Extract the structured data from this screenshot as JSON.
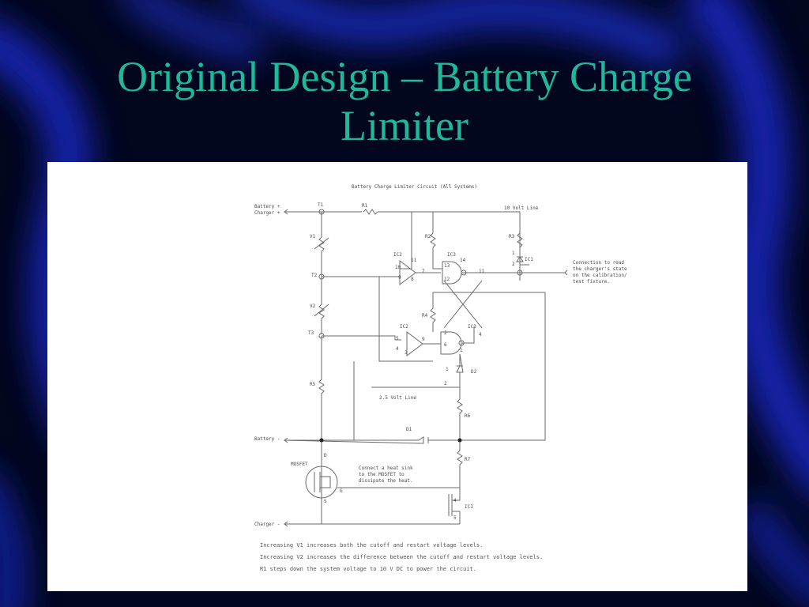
{
  "slide": {
    "title_line1": "Original Design – Battery Charge",
    "title_line2": "Limiter"
  },
  "colors": {
    "background": "#02061e",
    "title": "#1fb89a",
    "streak": "#1c2fd6",
    "panel": "#ffffff",
    "wire": "#6a6a6a"
  },
  "diagram": {
    "title": "Battery Charge Limiter Circuit (All Systems)",
    "battery_plus": "Battery +",
    "charger_plus": "Charger +",
    "battery_minus": "Battery -",
    "charger_minus": "Charger -",
    "line_10v": "10 Volt Line",
    "line_25v": "2.5 Volt Line",
    "t1": "T1",
    "t2": "T2",
    "t3": "T3",
    "r1": "R1",
    "r2": "R2",
    "r3": "R3",
    "r4": "R4",
    "r5": "R5",
    "r6": "R6",
    "r7": "R7",
    "v1": "V1",
    "v2": "V2",
    "ic1_a": "IC1",
    "ic1_b": "IC1",
    "ic2_a": "IC2",
    "ic2_b": "IC2",
    "ic3_a": "IC3",
    "ic3_b": "IC3",
    "d1": "D1",
    "d2": "D2",
    "mosfet": "MOSFET",
    "conn_1": "Connection to read",
    "conn_2": "the charger's state",
    "conn_3": "on the calibration/",
    "conn_4": "test fixture.",
    "sink_1": "Connect a heat sink",
    "sink_2": "to the MOSFET to",
    "sink_3": "dissipate the heat.",
    "pin_11a": "11",
    "pin_10": "10",
    "pin_9": "9",
    "pin_8": "8",
    "pin_7": "7",
    "pin_13": "13",
    "pin_14": "14",
    "pin_11b": "11",
    "pin_12": "12",
    "pin_5": "5",
    "pin_4": "4",
    "pin_3": "3",
    "pin_2a": "2",
    "pin_6": "6",
    "pin_1": "1",
    "pin_9b": "9",
    "pin_4b": "4",
    "pin_5b": "5",
    "mos_d": "D",
    "mos_g": "G",
    "mos_s": "S",
    "d2_1": "1",
    "d2_2": "2",
    "ic1_1": "1",
    "ic1_2": "2",
    "ic1_4": "4",
    "ic1_5": "5",
    "notes": [
      "Increasing V1 increases both the cutoff and restart voltage levels.",
      "Increasing V2 increases the difference between the cutoff and restart voltage levels.",
      "R1 steps down the system voltage to 10 V DC to power the circuit."
    ]
  }
}
